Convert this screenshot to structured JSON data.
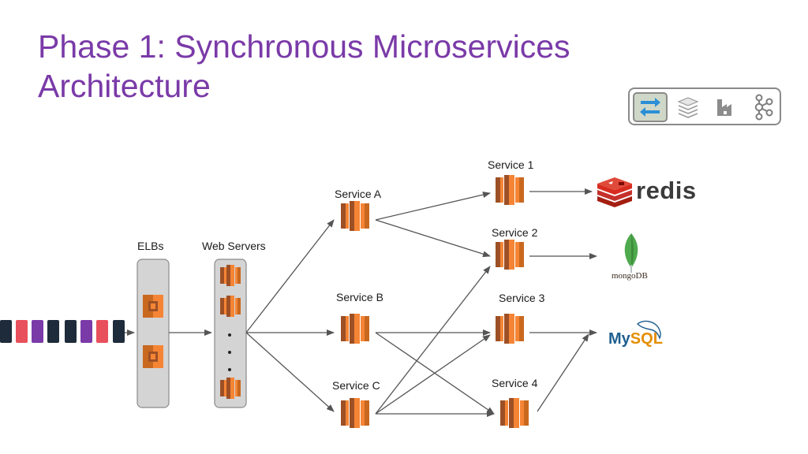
{
  "title": {
    "line1": "Phase 1: Synchronous Microservices",
    "line2": "Architecture"
  },
  "labels": {
    "elbs": "ELBs",
    "web_servers": "Web Servers",
    "service_a": "Service A",
    "service_b": "Service B",
    "service_c": "Service C",
    "service_1": "Service 1",
    "service_2": "Service 2",
    "service_3": "Service 3",
    "service_4": "Service 4"
  },
  "datastores": {
    "redis": "redis",
    "mongodb": "mongoDB",
    "mysql_my": "My",
    "mysql_sql": "SQL"
  },
  "toolbar": {
    "icons": [
      "sync-arrows-icon",
      "layers-icon",
      "factory-icon",
      "kafka-icon"
    ]
  },
  "colors": {
    "title": "#7a3aa8",
    "aws_orange": "#f58535",
    "aws_dark": "#9d5025",
    "queue_dark": "#1e2b3a",
    "queue_red": "#e8505b",
    "queue_purple": "#7a3aa8",
    "arrow": "#555555"
  },
  "queue": [
    "dark",
    "red",
    "purple",
    "dark",
    "dark",
    "purple",
    "red",
    "dark"
  ]
}
